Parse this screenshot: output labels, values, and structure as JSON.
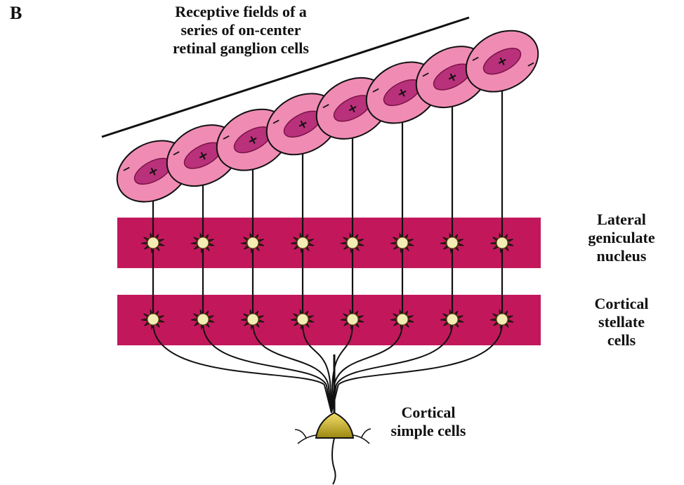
{
  "panel_letter": "B",
  "title": {
    "lines": [
      "Receptive fields of a",
      "series of on-center",
      "retinal ganglion cells"
    ]
  },
  "labels": {
    "lgn": [
      "Lateral",
      "geniculate",
      "nucleus"
    ],
    "stellate": [
      "Cortical",
      "stellate",
      "cells"
    ],
    "simple": [
      "Cortical",
      "simple cells"
    ]
  },
  "receptive_field": {
    "center_sign": "+",
    "surround_sign": "−",
    "count": 8
  },
  "colors": {
    "field_outer": "#f08cb4",
    "field_inner": "#b8317a",
    "band": "#c2185b",
    "neuron": "#f3ecb4",
    "simple_cell": "#c9b01a",
    "line": "#111111"
  }
}
